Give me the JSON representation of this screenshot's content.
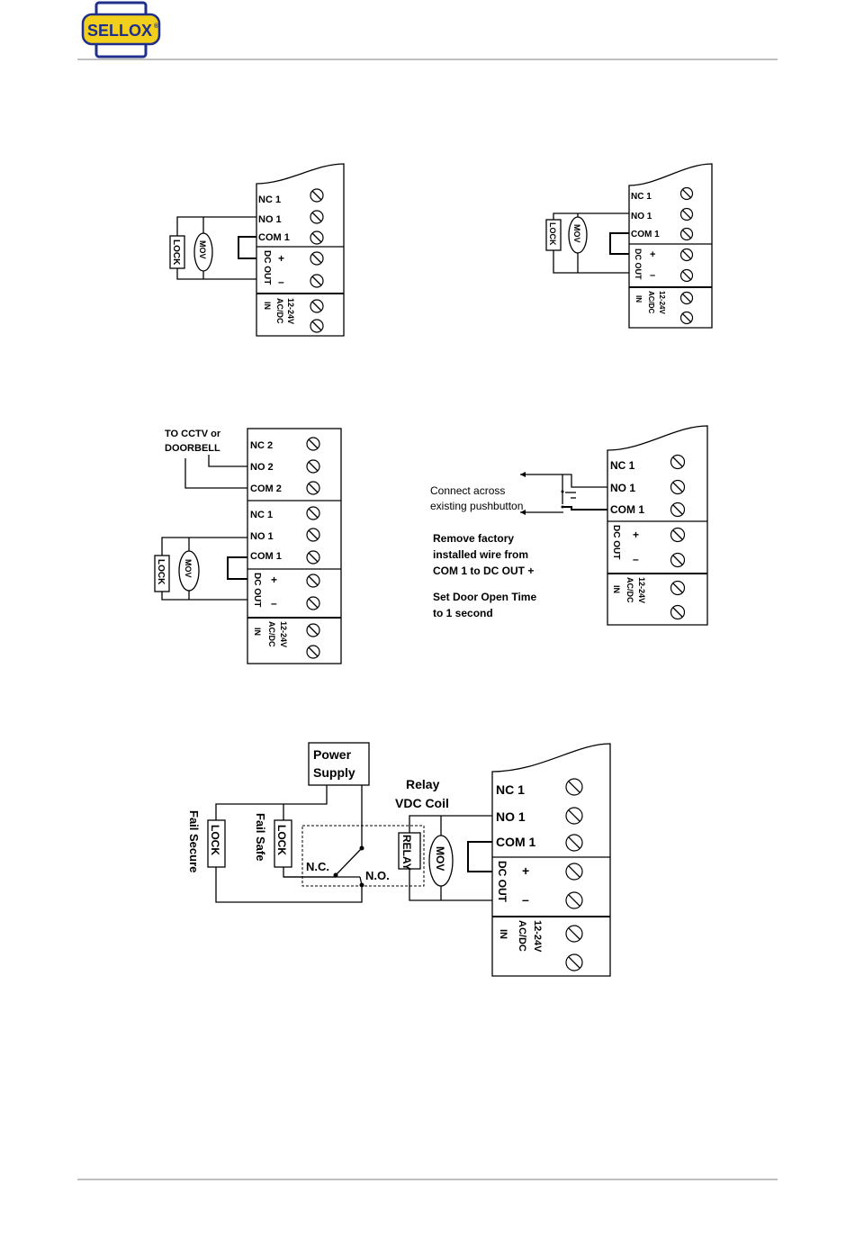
{
  "header": {
    "logo_text": "SELLOX",
    "logo_mark": "®"
  },
  "terminal_block": {
    "nc1": "NC 1",
    "no1": "NO 1",
    "com1": "COM 1",
    "nc2": "NC 2",
    "no2": "NO 2",
    "com2": "COM 2",
    "dc_out": "DC OUT",
    "plus": "+",
    "minus": "–",
    "input_line1": "12-24V",
    "input_line2": "AC/DC",
    "input_line3": "IN"
  },
  "components": {
    "lock": "LOCK",
    "mov": "MOV",
    "relay": "RELAY"
  },
  "diagram3": {
    "note_line1": "TO CCTV or",
    "note_line2": "DOORBELL"
  },
  "diagram4": {
    "note1_line1": "Connect  across",
    "note1_line2": "existing  pushbutton",
    "note2_line1": "Remove factory",
    "note2_line2": "installed wire from",
    "note2_line3": "COM 1 to DC OUT +",
    "note3_line1": "Set Door Open Time",
    "note3_line2": "to 1 second"
  },
  "diagram5": {
    "power_supply_line1": "Power",
    "power_supply_line2": "Supply",
    "relay_coil_line1": "Relay",
    "relay_coil_line2": "VDC Coil",
    "fail_secure": "Fail Secure",
    "fail_safe": "Fail Safe",
    "nc_contact": "N.C.",
    "no_contact": "N.O."
  }
}
